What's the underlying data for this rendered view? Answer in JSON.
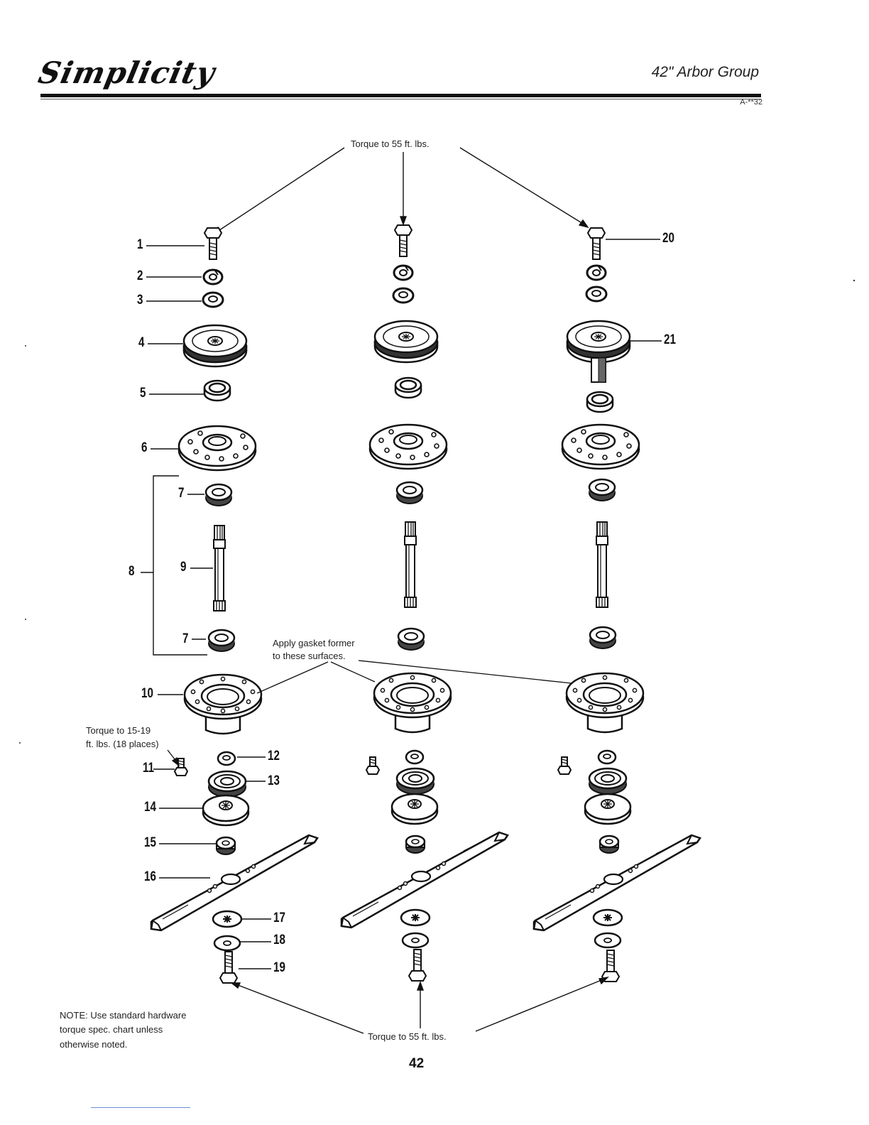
{
  "header": {
    "brand": "Simplicity",
    "section_title": "42\" Arbor Group",
    "page_code": "A-**32"
  },
  "annotations": {
    "torque_top": "Torque to 55 ft. lbs.",
    "gasket": [
      "Apply gasket former",
      "to these surfaces."
    ],
    "torque_bolts": [
      "Torque to 15-19",
      "ft. lbs. (18 places)"
    ],
    "torque_bottom": "Torque to 55 ft. lbs.",
    "note": [
      "NOTE: Use standard hardware",
      "torque spec. chart unless",
      "otherwise noted."
    ]
  },
  "callouts": {
    "c1": "1",
    "c2": "2",
    "c3": "3",
    "c4": "4",
    "c5": "5",
    "c6": "6",
    "c7a": "7",
    "c7b": "7",
    "c8": "8",
    "c9": "9",
    "c10": "10",
    "c11": "11",
    "c12": "12",
    "c13": "13",
    "c14": "14",
    "c15": "15",
    "c16": "16",
    "c17": "17",
    "c18": "18",
    "c19": "19",
    "c20": "20",
    "c21": "21"
  },
  "footer": {
    "page_number": "42"
  }
}
